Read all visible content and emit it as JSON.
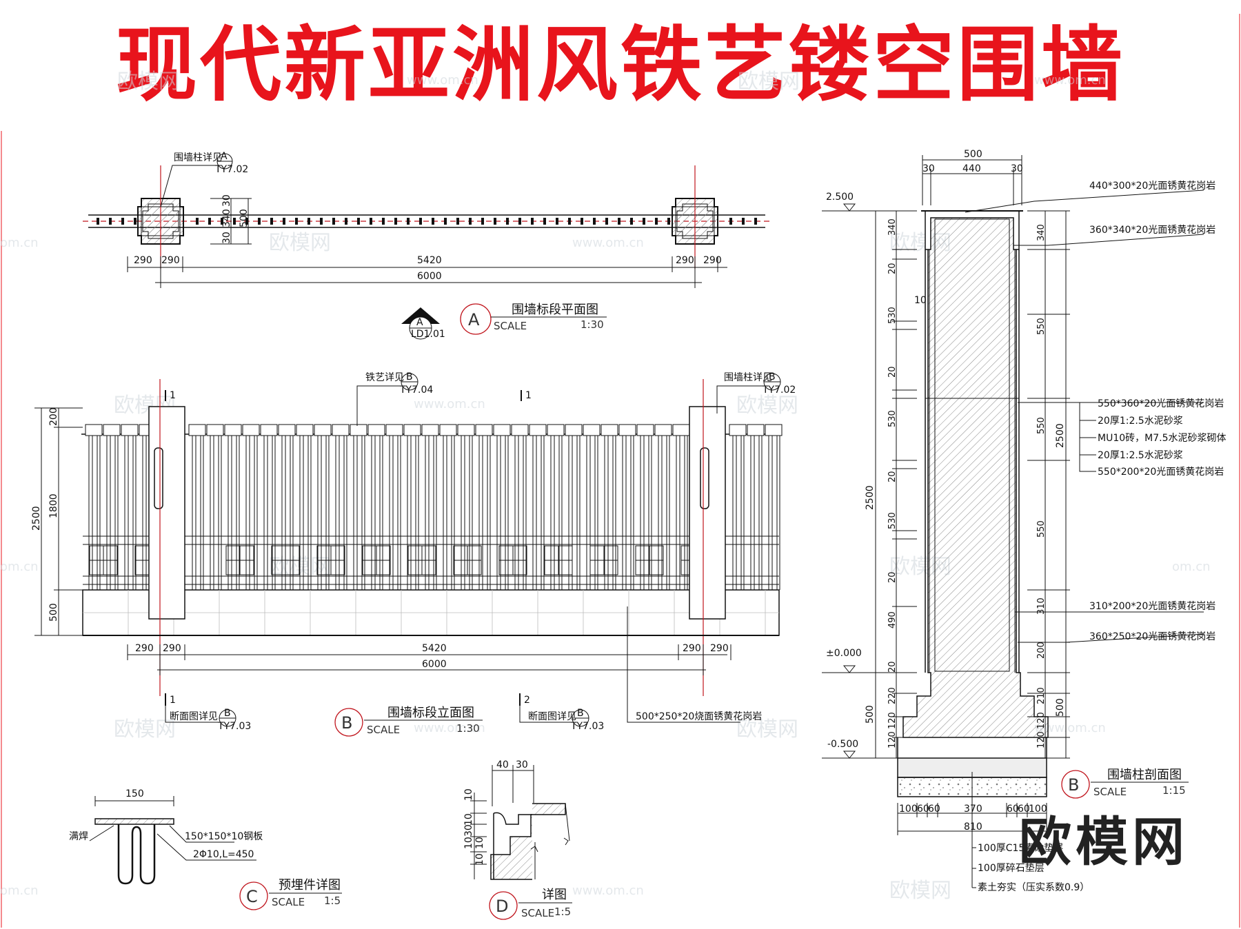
{
  "title": "现代新亚洲风铁艺镂空围墙",
  "brand": "欧模网",
  "watermarks": [
    "欧模网",
    "www.om.cn",
    "om.cn"
  ],
  "plan": {
    "title": "围墙标段平面图",
    "marker": "A",
    "scale_label": "SCALE",
    "scale_value": "1:30",
    "callout": "围墙柱详见",
    "callout_marker": "A",
    "callout_ref": "TY7.02",
    "section_marker": "A",
    "section_ref": "LD1.01",
    "dims_bottom": [
      "290",
      "290",
      "5420",
      "290",
      "290"
    ],
    "dim_total": "6000",
    "dims_side": [
      "30",
      "340",
      "30",
      "500"
    ]
  },
  "elevation": {
    "title": "围墙标段立面图",
    "marker": "B",
    "scale_label": "SCALE",
    "scale_value": "1:30",
    "callout_iron": "铁艺详见",
    "callout_iron_marker": "B",
    "callout_iron_ref": "TY7.04",
    "callout_post": "围墙柱详见",
    "callout_post_marker": "B",
    "callout_post_ref": "TY7.02",
    "section_marks": [
      "1",
      "1",
      "1",
      "2"
    ],
    "section_note": "断面图详见",
    "section_note_marker": "B",
    "section_note_ref": "TY7.03",
    "dims_left": [
      "200",
      "1800",
      "500"
    ],
    "dim_left_total": "2500",
    "dims_bottom": [
      "290",
      "290",
      "5420",
      "290",
      "290"
    ],
    "dim_total": "6000",
    "base_note": "500*250*20烧面锈黄花岗岩"
  },
  "section": {
    "title": "围墙柱剖面图",
    "marker": "B",
    "scale_label": "SCALE",
    "scale_value": "1:15",
    "dims_top": [
      "500",
      "30",
      "440",
      "30"
    ],
    "levels": [
      "2.500",
      "±0.000",
      "-0.500"
    ],
    "dims_left": [
      "340",
      "20",
      "530",
      "20",
      "530",
      "20",
      "530",
      "20",
      "490",
      "20",
      "220",
      "120",
      "120"
    ],
    "dim_left_total": "2500",
    "dim_left_base": "500",
    "dim_10": "10",
    "dims_right": [
      "340",
      "550",
      "550",
      "550",
      "310",
      "200",
      "210",
      "120",
      "120"
    ],
    "dim_right_total": "2500",
    "dim_right_base": "500",
    "notes": [
      "440*300*20光面锈黄花岗岩",
      "360*340*20光面锈黄花岗岩",
      "550*360*20光面锈黄花岗岩",
      "20厚1:2.5水泥砂浆",
      "MU10砖，M7.5水泥砂浆砌体",
      "20厚1:2.5水泥砂浆",
      "550*200*20光面锈黄花岗岩",
      "310*200*20光面锈黄花岗岩",
      "360*250*20光面锈黄花岗岩"
    ],
    "dims_bottom": [
      "100",
      "60",
      "60",
      "370",
      "60",
      "60",
      "100"
    ],
    "dim_bottom_total": "810",
    "foundation": [
      "100厚C15素砼垫层",
      "100厚碎石垫层",
      "素土夯实（压实系数0.9）"
    ]
  },
  "embed": {
    "title": "预埋件详图",
    "marker": "C",
    "scale_label": "SCALE",
    "scale_value": "1:5",
    "dim": "150",
    "weld": "满焊",
    "plate": "150*150*10钢板",
    "bar": "2Φ10,L=450"
  },
  "detail": {
    "title": "详图",
    "marker": "D",
    "scale_label": "SCALE",
    "scale_value": "1:5",
    "dims_top": [
      "40",
      "30"
    ],
    "dims_left": [
      "10",
      "10",
      "30",
      "10",
      "10",
      "10"
    ]
  }
}
